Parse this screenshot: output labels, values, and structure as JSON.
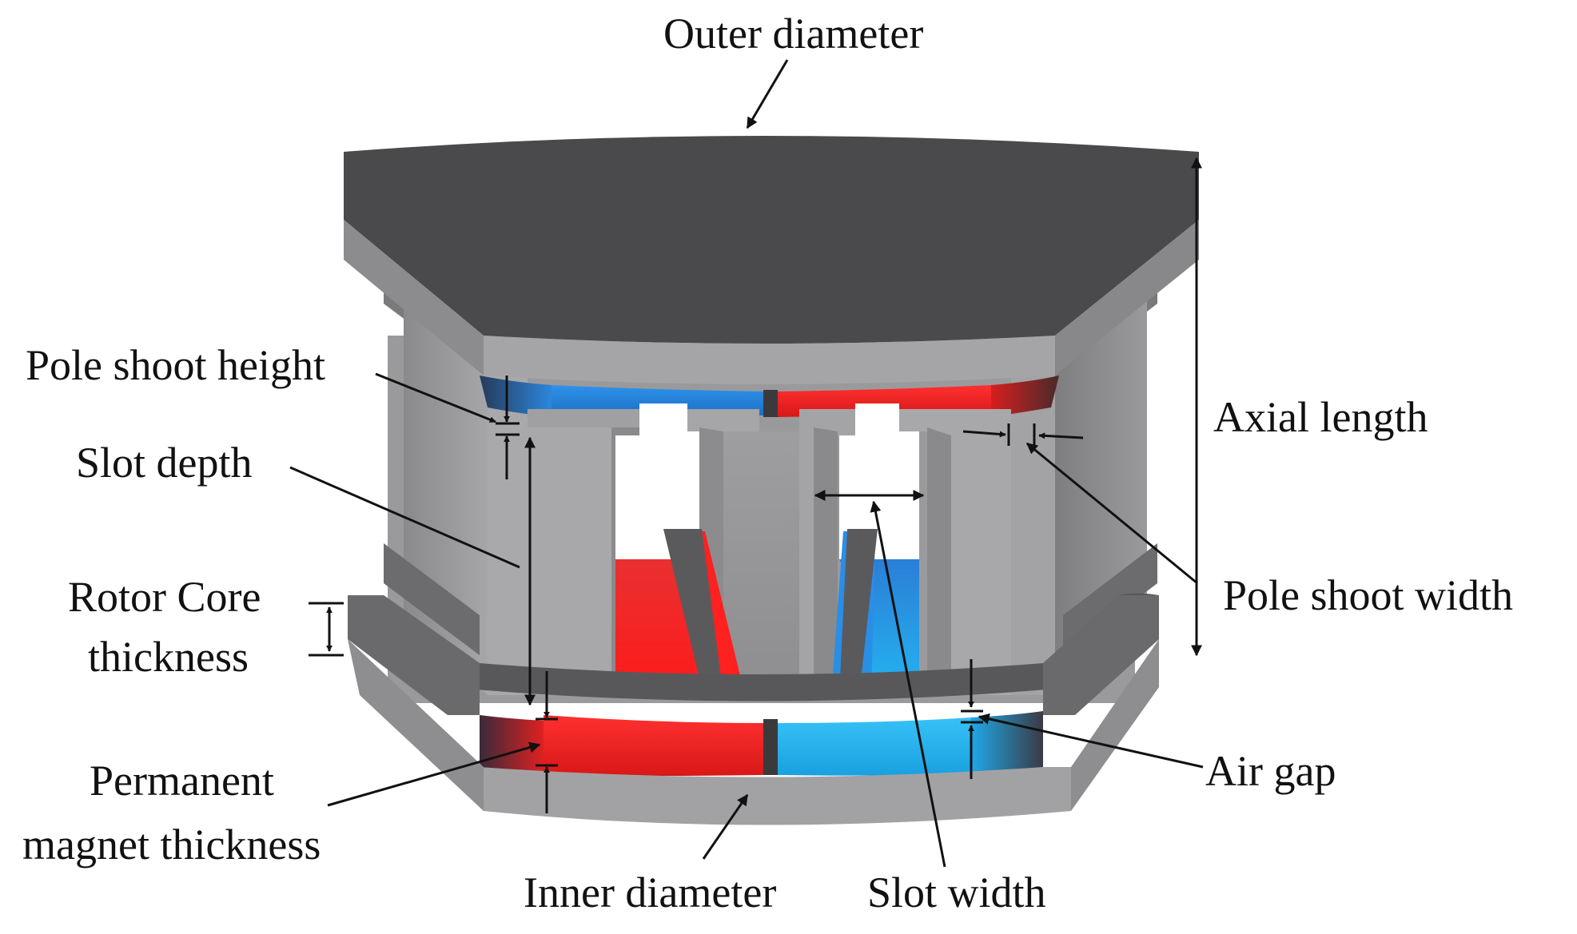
{
  "labels": {
    "outer_diameter": "Outer diameter",
    "axial_length": "Axial length",
    "pole_shoot_height": "Pole shoot height",
    "slot_depth": "Slot depth",
    "rotor_core_line1": "Rotor Core",
    "rotor_core_line2": "thickness",
    "pole_shoot_width": "Pole shoot width",
    "permanent_line1": "Permanent",
    "permanent_line2": "magnet thickness",
    "air_gap": "Air gap",
    "inner_diameter": "Inner diameter",
    "slot_width": "Slot width"
  },
  "colors": {
    "stator_top": "#4a4a4c",
    "steel": "#9c9c9e",
    "steel_dark": "#6e6e70",
    "magnet_red": "#e52020",
    "magnet_blue": "#1e7fd8",
    "magnet_cyan": "#1fb4f0",
    "line": "#111111"
  }
}
